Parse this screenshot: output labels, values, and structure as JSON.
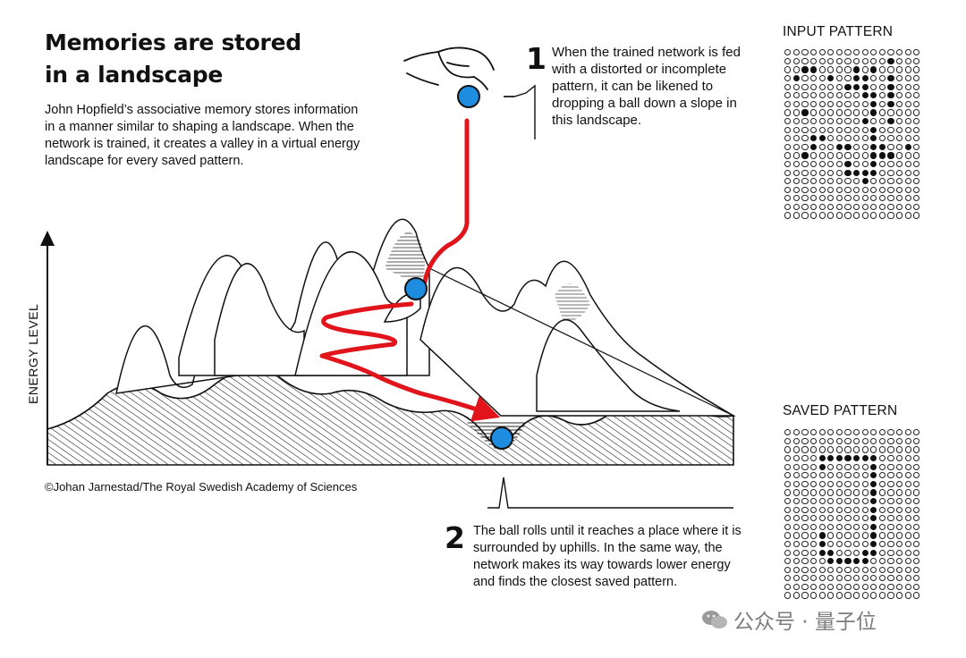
{
  "title": {
    "line1": "Memories are stored",
    "line2": "in a landscape"
  },
  "intro": "John Hopfield’s associative memory stores information in a manner similar to shaping a landscape. When the network is trained, it creates a valley in a virtual energy landscape for every saved pattern.",
  "axis_label": "ENERGY LEVEL",
  "step1": {
    "number": "1",
    "text": "When the trained network is fed with a distorted or incomplete pattern, it can be likened to dropping a ball down a slope in this landscape."
  },
  "step2": {
    "number": "2",
    "text": "The ball rolls until it reaches a place where it is surrounded by uphills. In the same way, the network makes its way towards lower energy and finds the closest saved pattern."
  },
  "credit": "©Johan Jarnestad/The Royal Swedish Academy of Sciences",
  "input_pattern": {
    "label": "INPUT PATTERN",
    "rows": [
      "0000000000000000",
      "0000000000001000",
      "0011000010100000",
      "0100010011001000",
      "0000000111001000",
      "0000000001101000",
      "0000000000101000",
      "0010000000100000",
      "0000000001001000",
      "0000000000100000",
      "0001100000100000",
      "0001001100110010",
      "0010000000111000",
      "0000000100100000",
      "0000000111100000",
      "0000000001000000",
      "0000000000000000",
      "0000000000000000",
      "0000000000000000",
      "0000000000000000"
    ]
  },
  "saved_pattern": {
    "label": "SAVED PATTERN",
    "rows": [
      "0000000000000000",
      "0000000000000000",
      "0000000000000000",
      "0000111111100000",
      "0000100000100000",
      "0000000000100000",
      "0000000000100000",
      "0000000000100000",
      "0000000000100000",
      "0000000000100000",
      "0000000000100000",
      "0000000000100000",
      "0000100000100000",
      "0000100000100000",
      "0000110001100000",
      "0000011111000000",
      "0000000000000000",
      "0000000000000000",
      "0000000000000000",
      "0000000000000000"
    ]
  },
  "watermark": "公众号 · 量子位",
  "colors": {
    "ball": "#1e8de0",
    "path": "#e2141b",
    "ink": "#111111"
  }
}
